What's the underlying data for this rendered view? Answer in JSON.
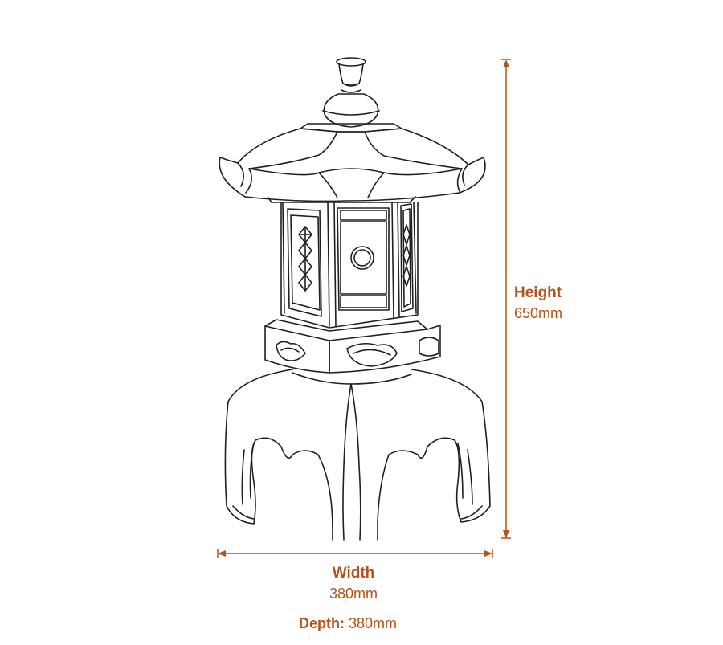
{
  "dimensions": {
    "height": {
      "label": "Height",
      "value": "650mm"
    },
    "width": {
      "label": "Width",
      "value": "380mm"
    },
    "depth": {
      "label": "Depth:",
      "value": "380mm"
    }
  },
  "colors": {
    "dimension": "#b3531a",
    "line": "#231f20"
  }
}
